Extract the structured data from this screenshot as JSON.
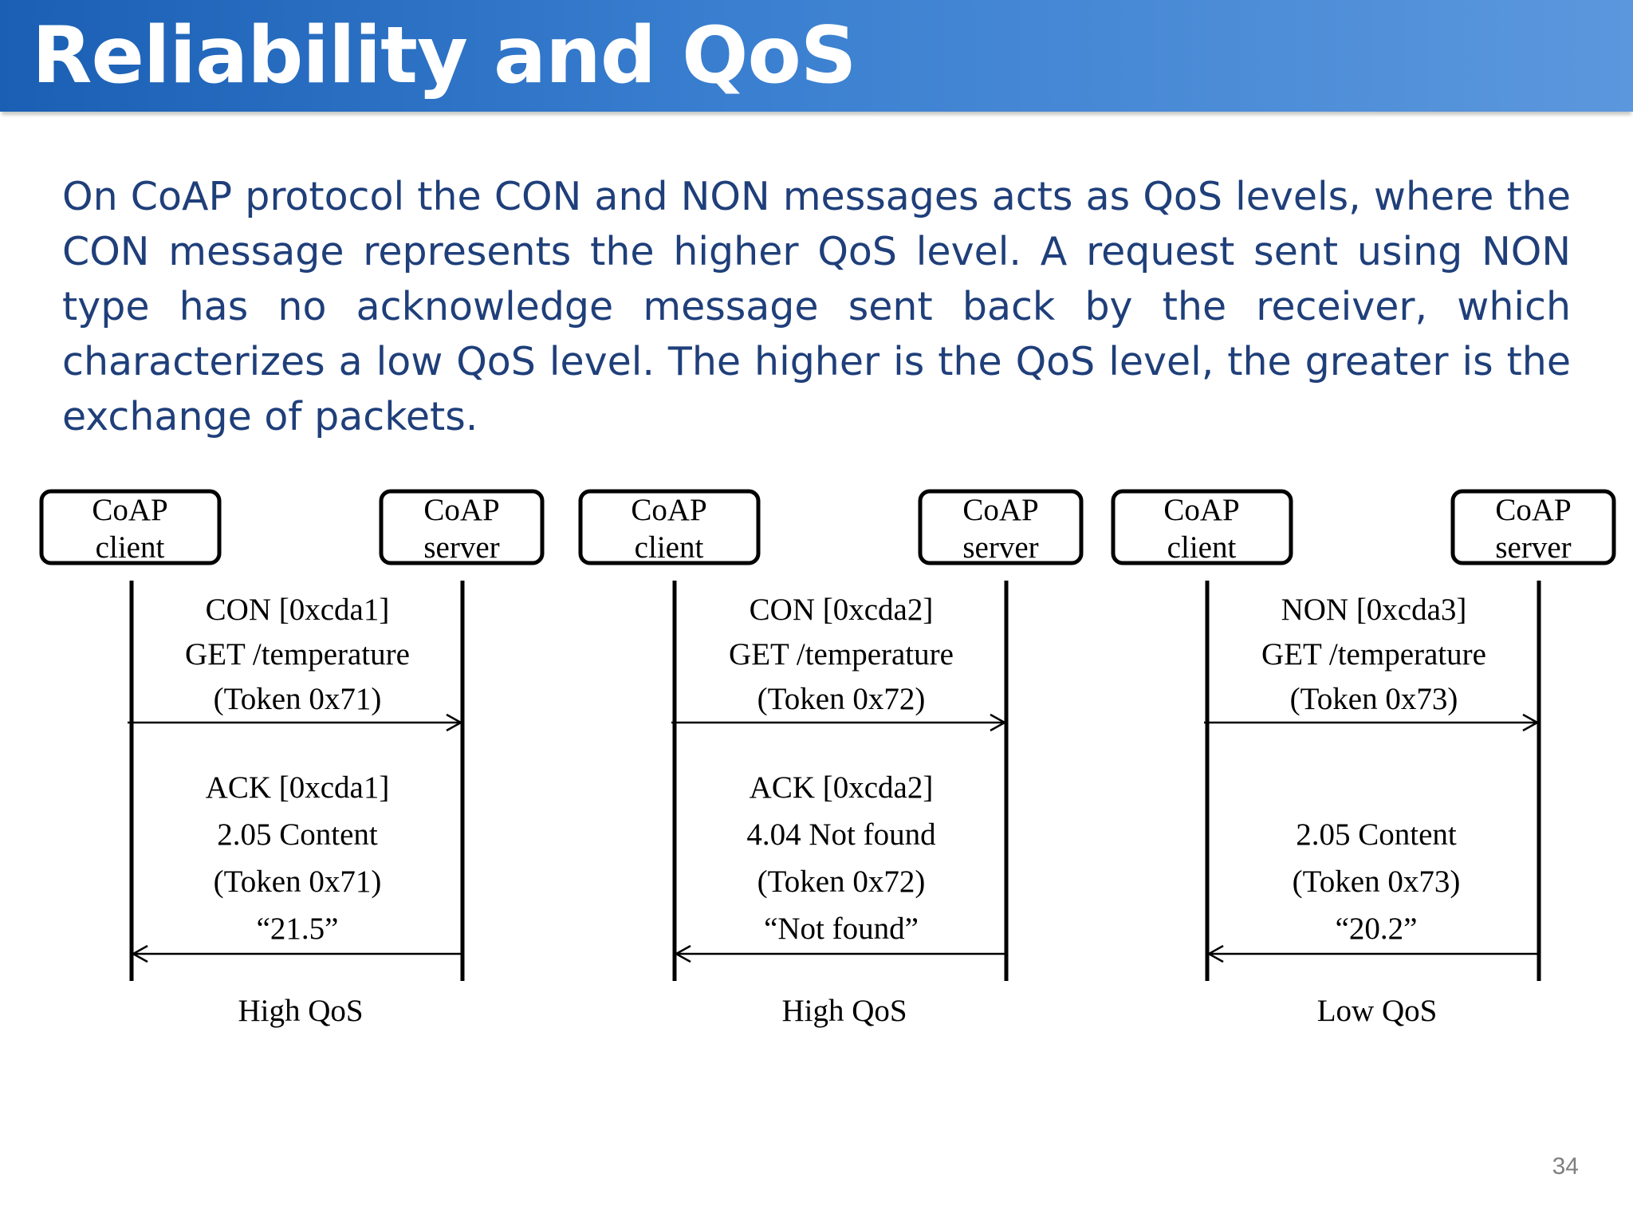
{
  "slide": {
    "title": "Reliability and QoS",
    "paragraph": "On CoAP protocol the CON and NON messages acts as QoS levels, where the CON message represents the higher QoS level. A request sent using NON type has no acknowledge message sent back by the receiver, which characterizes a low QoS level. The higher is the QoS level, the greater is the exchange of packets.",
    "page_number": "34"
  },
  "diagrams": [
    {
      "client": [
        "CoAP",
        "client"
      ],
      "server": [
        "CoAP",
        "server"
      ],
      "request": [
        "CON [0xcda1]",
        "GET /temperature",
        "(Token 0x71)"
      ],
      "response": [
        "ACK [0xcda1]",
        "2.05 Content",
        "(Token 0x71)",
        "“21.5”"
      ],
      "qos": "High QoS"
    },
    {
      "client": [
        "CoAP",
        "client"
      ],
      "server": [
        "CoAP",
        "server"
      ],
      "request": [
        "CON [0xcda2]",
        "GET /temperature",
        "(Token 0x72)"
      ],
      "response": [
        "ACK [0xcda2]",
        "4.04 Not found",
        "(Token 0x72)",
        "“Not found”"
      ],
      "qos": "High QoS"
    },
    {
      "client": [
        "CoAP",
        "client"
      ],
      "server": [
        "CoAP",
        "server"
      ],
      "request": [
        "NON [0xcda3]",
        "GET /temperature",
        "(Token 0x73)"
      ],
      "response": [
        "",
        "2.05 Content",
        "(Token 0x73)",
        "“20.2”"
      ],
      "qos": "Low QoS"
    }
  ]
}
